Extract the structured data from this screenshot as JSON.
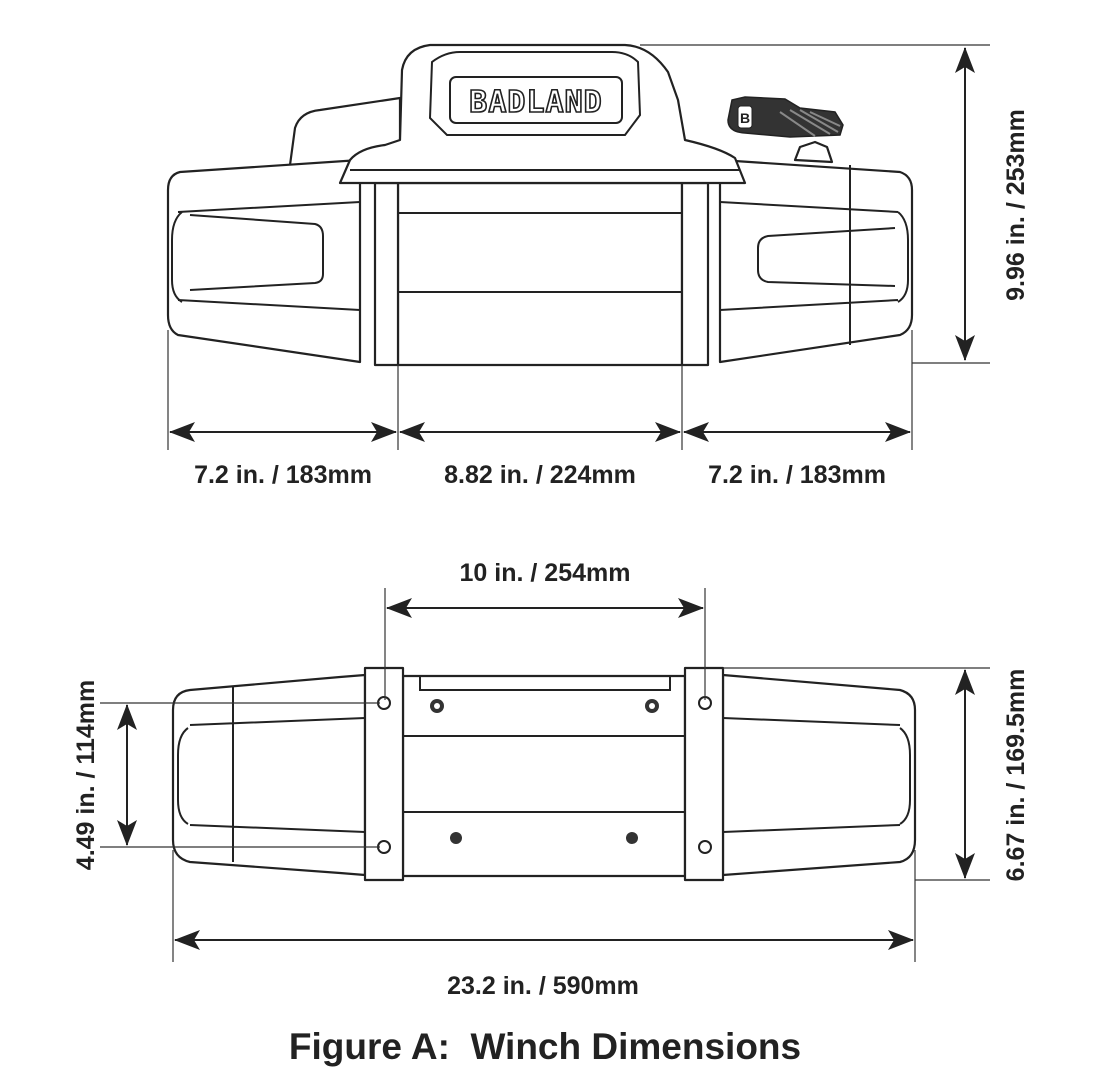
{
  "brand_logo": "BADLAND",
  "top_view": {
    "height_label": "9.96 in. / 253mm",
    "left_width_label": "7.2 in. / 183mm",
    "drum_width_label": "8.82 in. / 224mm",
    "right_width_label": "7.2 in. / 183mm"
  },
  "bottom_view": {
    "bolt_spacing_label": "10 in. / 254mm",
    "bolt_depth_label": "4.49 in. / 114mm",
    "depth_label": "6.67 in. / 169.5mm",
    "overall_length_label": "23.2 in. / 590mm"
  },
  "caption": "Figure A:  Winch Dimensions"
}
